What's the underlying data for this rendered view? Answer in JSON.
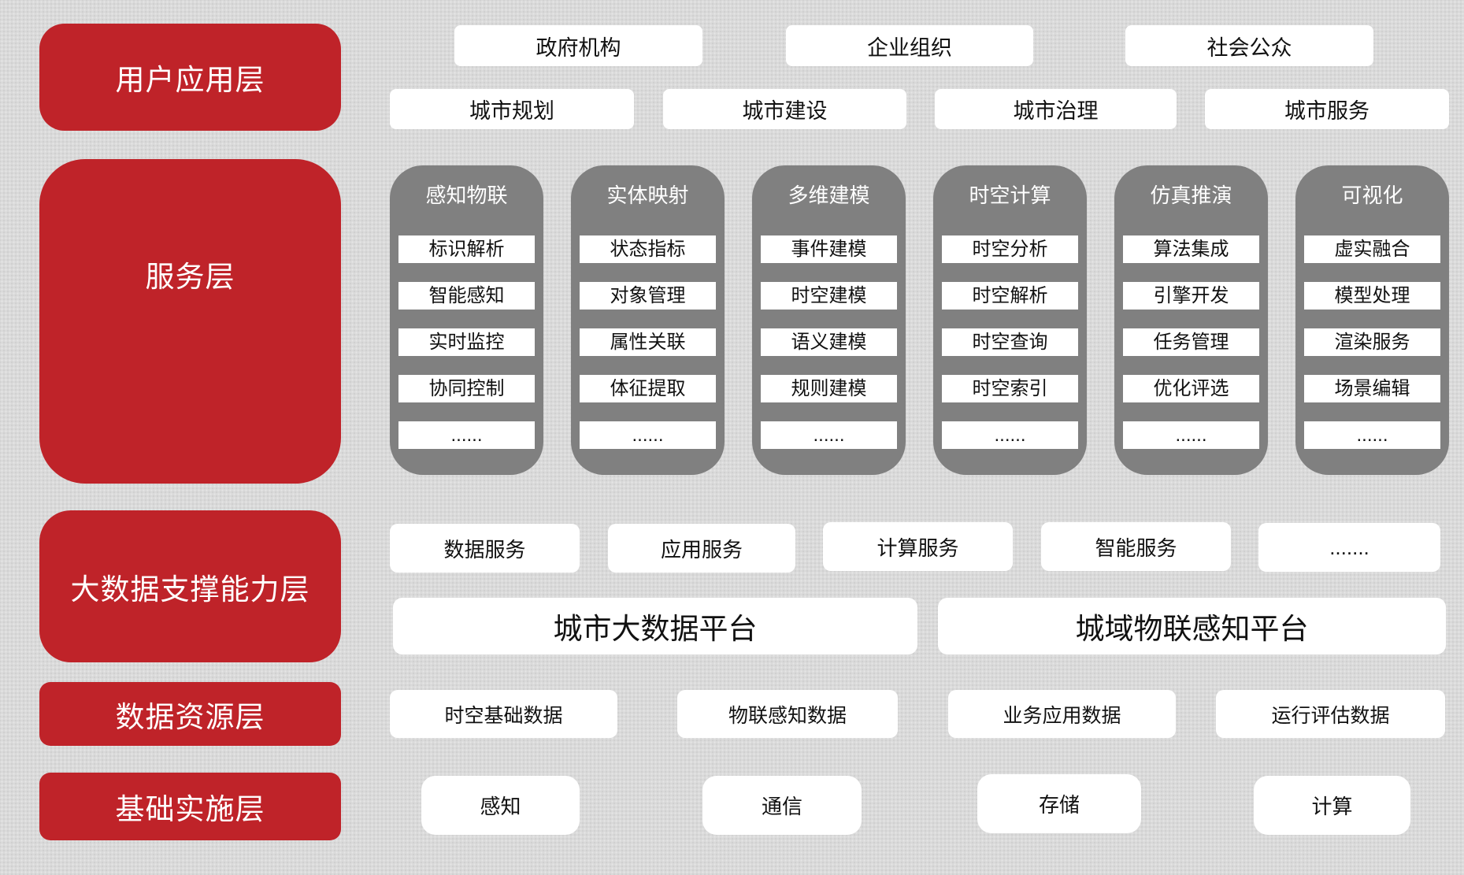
{
  "page": {
    "background": "#d9d9d9"
  },
  "colors": {
    "layer_red": "#bf2329",
    "column_gray": "#808080",
    "box_white": "#ffffff",
    "text_dark": "#111111",
    "text_light": "#ffffff"
  },
  "layers": {
    "user_app": {
      "label": "用户应用层"
    },
    "service": {
      "label": "服务层"
    },
    "bigdata": {
      "label": "大数据支撑能力层"
    },
    "data_resource": {
      "label": "数据资源层"
    },
    "infrastructure": {
      "label": "基础实施层"
    }
  },
  "user_app": {
    "groups": [
      "政府机构",
      "企业组织",
      "社会公众"
    ],
    "functions": [
      "城市规划",
      "城市建设",
      "城市治理",
      "城市服务"
    ]
  },
  "service": {
    "columns": [
      {
        "title": "感知物联",
        "items": [
          "标识解析",
          "智能感知",
          "实时监控",
          "协同控制",
          "......"
        ]
      },
      {
        "title": "实体映射",
        "items": [
          "状态指标",
          "对象管理",
          "属性关联",
          "体征提取",
          "......"
        ]
      },
      {
        "title": "多维建模",
        "items": [
          "事件建模",
          "时空建模",
          "语义建模",
          "规则建模",
          "......"
        ]
      },
      {
        "title": "时空计算",
        "items": [
          "时空分析",
          "时空解析",
          "时空查询",
          "时空索引",
          "......"
        ]
      },
      {
        "title": "仿真推演",
        "items": [
          "算法集成",
          "引擎开发",
          "任务管理",
          "优化评选",
          "......"
        ]
      },
      {
        "title": "可视化",
        "items": [
          "虚实融合",
          "模型处理",
          "渲染服务",
          "场景编辑",
          "......"
        ]
      }
    ]
  },
  "bigdata": {
    "services": [
      "数据服务",
      "应用服务",
      "计算服务",
      "智能服务",
      "......."
    ],
    "platforms": [
      "城市大数据平台",
      "城域物联感知平台"
    ]
  },
  "data_resource": {
    "items": [
      "时空基础数据",
      "物联感知数据",
      "业务应用数据",
      "运行评估数据"
    ]
  },
  "infrastructure": {
    "items": [
      "感知",
      "通信",
      "存储",
      "计算"
    ]
  }
}
